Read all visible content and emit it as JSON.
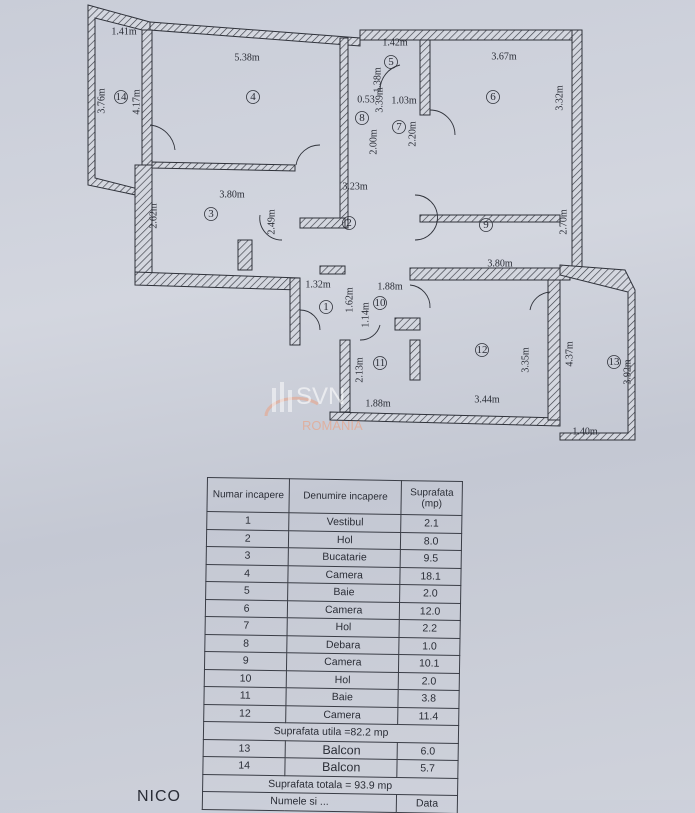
{
  "plan": {
    "rooms": [
      "1",
      "2",
      "3",
      "4",
      "5",
      "6",
      "7",
      "8",
      "9",
      "10",
      "11",
      "12",
      "13",
      "14"
    ],
    "dimensions": [
      "1.41m",
      "5.38m",
      "3.76m",
      "4.17m",
      "3.39m",
      "1.42m",
      "1.38m",
      "0.53",
      "1.03m",
      "2.00m",
      "2.20m",
      "3.67m",
      "3.32m",
      "3.23m",
      "3.80m",
      "2.62m",
      "2.49m",
      "2.70m",
      "3.80m",
      "1.32m",
      "1.88m",
      "1.62m",
      "1.14m",
      "2.13m",
      "3.35m",
      "4.37m",
      "3.92m",
      "1.88m",
      "3.44m",
      "1.40m"
    ]
  },
  "watermark": {
    "brand": "SVN",
    "sub": "ROMANIA",
    "color": "#e8a58a"
  },
  "table": {
    "headers": [
      "Numar incapere",
      "Denumire incapere",
      "Suprafata (mp)"
    ],
    "rows": [
      {
        "nr": "1",
        "name": "Vestibul",
        "area": "2.1"
      },
      {
        "nr": "2",
        "name": "Hol",
        "area": "8.0"
      },
      {
        "nr": "3",
        "name": "Bucatarie",
        "area": "9.5"
      },
      {
        "nr": "4",
        "name": "Camera",
        "area": "18.1"
      },
      {
        "nr": "5",
        "name": "Baie",
        "area": "2.0"
      },
      {
        "nr": "6",
        "name": "Camera",
        "area": "12.0"
      },
      {
        "nr": "7",
        "name": "Hol",
        "area": "2.2"
      },
      {
        "nr": "8",
        "name": "Debara",
        "area": "1.0"
      },
      {
        "nr": "9",
        "name": "Camera",
        "area": "10.1"
      },
      {
        "nr": "10",
        "name": "Hol",
        "area": "2.0"
      },
      {
        "nr": "11",
        "name": "Baie",
        "area": "3.8"
      },
      {
        "nr": "12",
        "name": "Camera",
        "area": "11.4"
      }
    ],
    "utila": "Suprafata utila =82.2 mp",
    "balcony_rows": [
      {
        "nr": "13",
        "name": "Balcon",
        "area": "6.0"
      },
      {
        "nr": "14",
        "name": "Balcon",
        "area": "5.7"
      }
    ],
    "totala": "Suprafata totala = 93.9 mp",
    "footer_partial": "Numele si ...",
    "footer_date": "Data"
  },
  "partial_text": "NICO"
}
